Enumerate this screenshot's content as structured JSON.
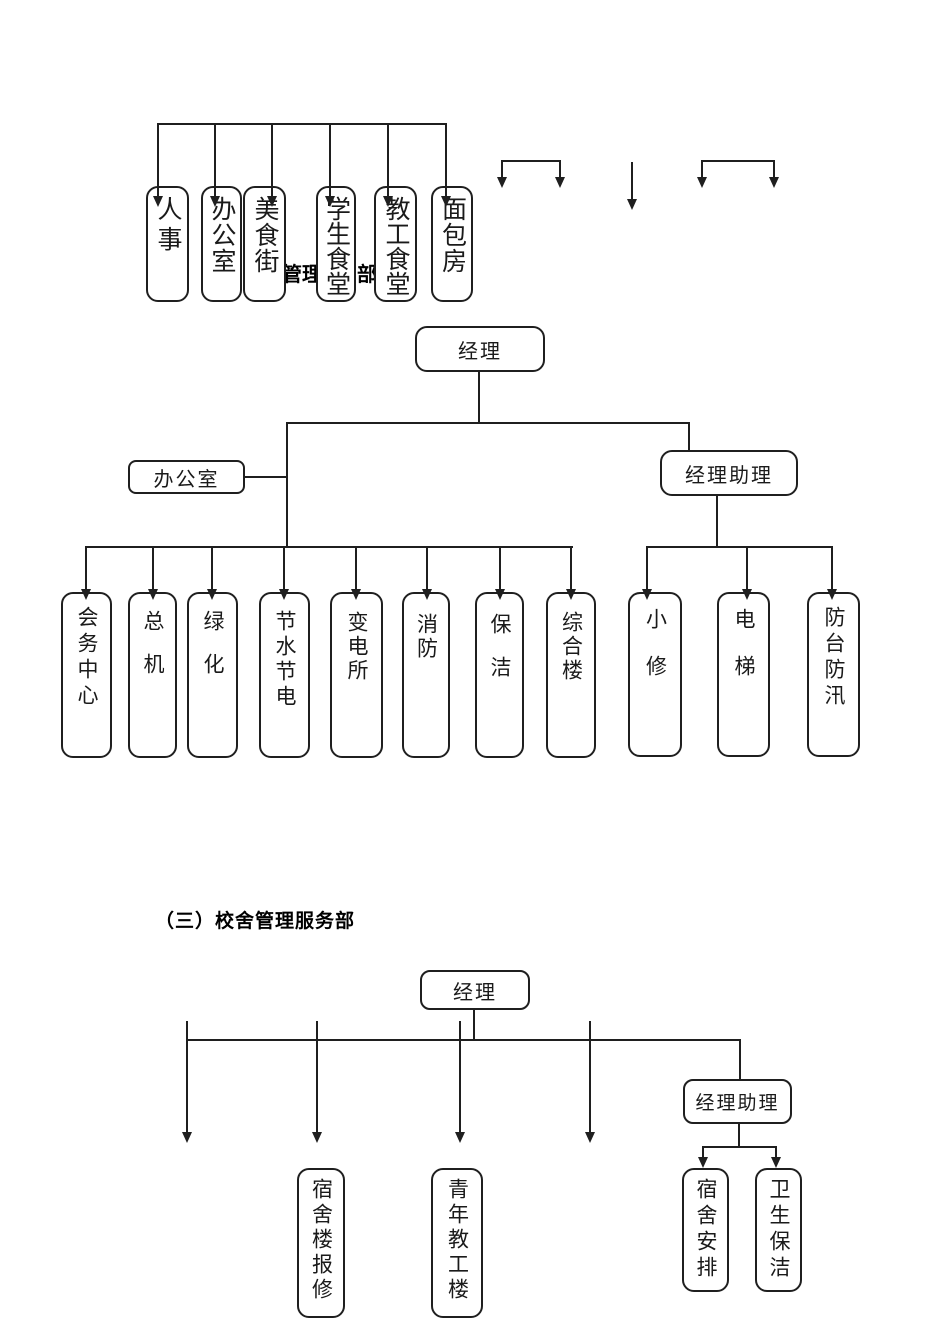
{
  "document": {
    "page_background": "#ffffff",
    "ink_color": "#1f1f1f"
  },
  "canteen_section": {
    "heading_visible_fragments": {
      "mid": "管理",
      "right": "部"
    },
    "branch_boxes": [
      "人事",
      "办公室",
      "美食街",
      "学生食堂",
      "教工食堂",
      "面包房"
    ]
  },
  "property_section": {
    "manager_label": "经理",
    "office_label": "办公室",
    "assistant_label": "经理助理",
    "manager_branches": [
      "会务中心",
      "总机",
      "绿化",
      "节水节电",
      "变电所",
      "消防",
      "保洁",
      "综合楼"
    ],
    "assistant_branches": [
      "小修",
      "电梯",
      "防台防汛"
    ]
  },
  "dormitory_section": {
    "heading": "（三）校舍管理服务部",
    "manager_label": "经理",
    "assistant_label": "经理助理",
    "manager_branches": [
      "宿舍楼报修",
      "青年教工楼"
    ],
    "assistant_branches": [
      "宿舍安排",
      "卫生保洁"
    ]
  }
}
